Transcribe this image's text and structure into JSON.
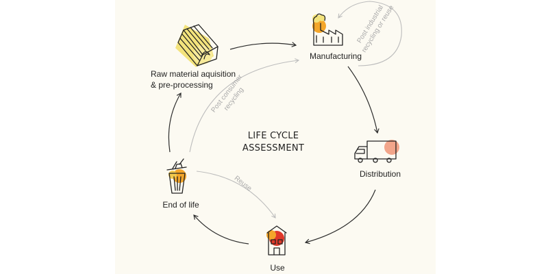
{
  "center": {
    "line1": "LIFE CYCLE",
    "line2": "ASSESSMENT"
  },
  "stages": {
    "raw_material": {
      "line1": "Raw material aquisition",
      "line2": "& pre-processing",
      "icon": "wood-plank-icon"
    },
    "manufacturing": {
      "label": "Manufacturing",
      "icon": "factory-icon"
    },
    "distribution": {
      "label": "Distribution",
      "icon": "truck-icon"
    },
    "use": {
      "label": "Use",
      "icon": "house-icon"
    },
    "end_of_life": {
      "label": "End of life",
      "icon": "trash-bin-icon"
    }
  },
  "loops": {
    "post_industrial": {
      "line1": "Post industrial",
      "line2": "recycling or reuse"
    },
    "post_consumer": {
      "line1": "Post consumer",
      "line2": "recycling"
    },
    "reuse": {
      "label": "Reuse"
    }
  },
  "colors": {
    "background": "#fcfaf2",
    "ink": "#222222",
    "faint": "#bcbcbc",
    "accent_yellow": "#f3e37c",
    "accent_orange": "#f4a62a",
    "accent_salmon": "#f2a58a",
    "accent_red": "#e0382a"
  }
}
